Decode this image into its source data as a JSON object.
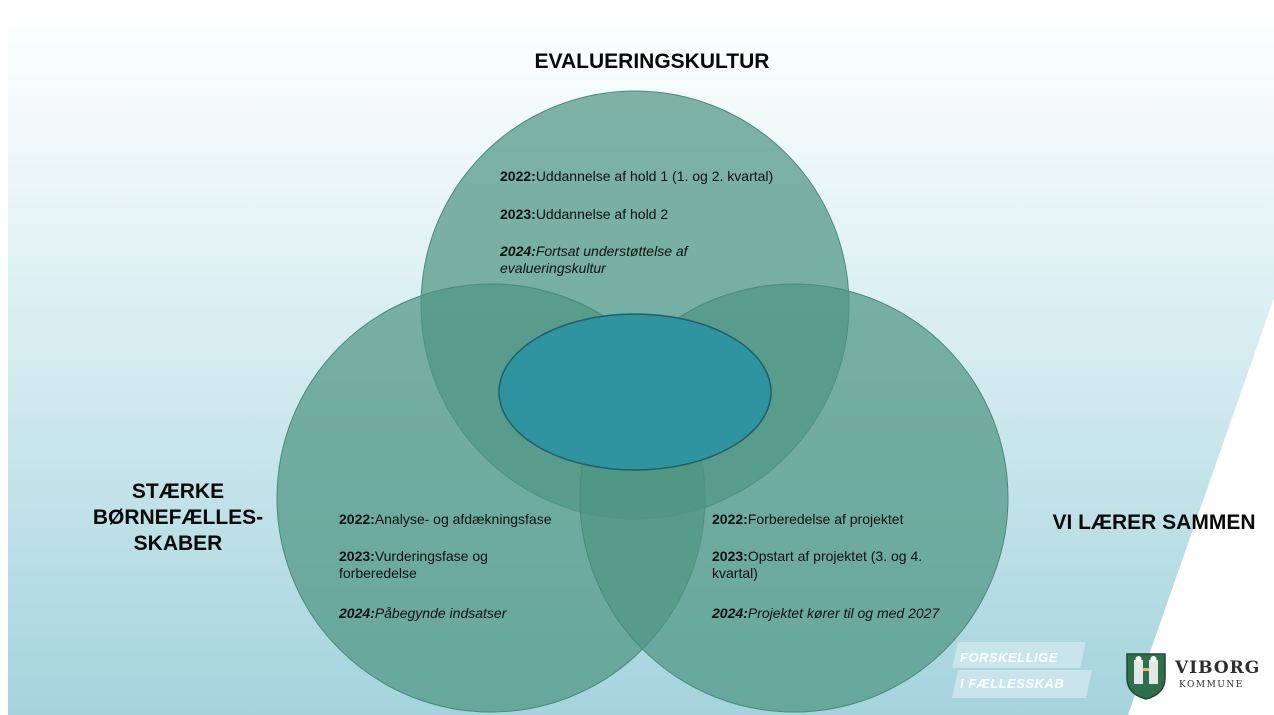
{
  "headings": {
    "top": "EVALUERINGSKULTUR",
    "left_1": "STÆRKE",
    "left_2": "BØRNEFÆLLES-",
    "left_3": "SKABER",
    "right": "VI LÆRER SAMMEN"
  },
  "top_circle": {
    "row1_year": "2022:",
    "row1_text": "Uddannelse af hold 1 (1. og 2. kvartal)",
    "row2_year": "2023:",
    "row2_text": "Uddannelse af hold 2",
    "row3_year": "2024:",
    "row3_text_1": "Fortsat understøttelse af",
    "row3_text_2": "evalueringskultur"
  },
  "left_circle": {
    "row1_year": "2022:",
    "row1_text": "Analyse- og afdækningsfase",
    "row2_year": "2023:",
    "row2_text_1": "Vurderingsfase og",
    "row2_text_2": "forberedelse",
    "row3_year": "2024:",
    "row3_text": "Påbegynde indsatser"
  },
  "right_circle": {
    "row1_year": "2022:",
    "row1_text": "Forberedelse af projektet",
    "row2_year": "2023:",
    "row2_text_1": "Opstart af projektet (3. og 4.",
    "row2_text_2": "kvartal)",
    "row3_year": "2024:",
    "row3_text": "Projektet kører til og med 2027"
  },
  "logos": {
    "slogan_line1": "FORSKELLIGE",
    "slogan_line2": "I FÆLLESSKAB",
    "municipality_name": "VIBORG",
    "municipality_sub": "KOMMUNE"
  },
  "colors": {
    "circle_fill": "#5a9e8d",
    "center_fill": "#2f93a0",
    "bg_teal": "#a9d6df"
  }
}
